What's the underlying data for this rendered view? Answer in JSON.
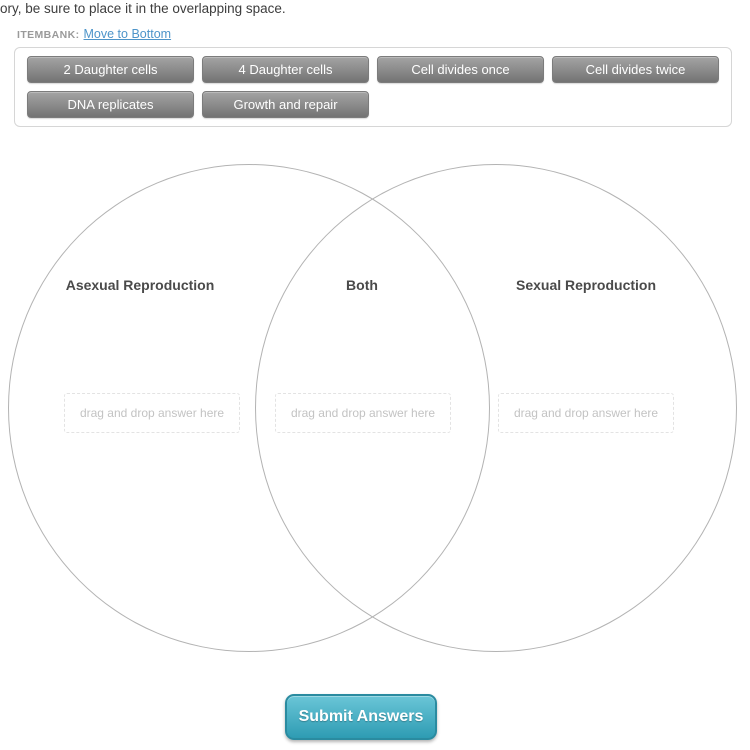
{
  "intro": {
    "text": "ory, be sure to place it in the overlapping space."
  },
  "itembank": {
    "label": "ITEMBANK:",
    "move_link": "Move to Bottom",
    "items": [
      "2 Daughter cells",
      "4 Daughter cells",
      "Cell divides once",
      "Cell divides twice",
      "DNA replicates",
      "Growth and repair"
    ]
  },
  "venn": {
    "regions": [
      {
        "label": "Asexual Reproduction",
        "placeholder": "drag and drop answer here"
      },
      {
        "label": "Both",
        "placeholder": "drag and drop answer here"
      },
      {
        "label": "Sexual Reproduction",
        "placeholder": "drag and drop answer here"
      }
    ]
  },
  "submit": {
    "label": "Submit Answers"
  },
  "colors": {
    "bank_item_top": "#a4a4a4",
    "bank_item_bottom": "#737373",
    "link_blue": "#4d94c9",
    "circle_stroke": "#b3b3b3",
    "submit_top": "#6ac6d7",
    "submit_bottom": "#2e9cb3",
    "submit_border": "#2a8ba0",
    "placeholder_gray": "#c3c3c3"
  }
}
